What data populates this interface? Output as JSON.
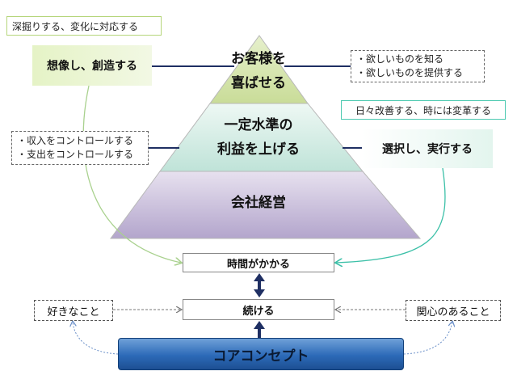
{
  "top_note": "深掘りする、変化に対応する",
  "left_action": "想像し、創造する",
  "right_top_bullets": [
    "・欲しいものを知る",
    "・欲しいものを提供する"
  ],
  "pyramid": {
    "tier1_line1": "お客様を",
    "tier1_line2": "喜ばせる",
    "tier2_line1": "一定水準の",
    "tier2_line2": "利益を上げる",
    "tier3": "会社経営"
  },
  "right_note": "日々改善する、時には変革する",
  "left_mid_bullets": [
    "・収入をコントロールする",
    "・支出をコントロールする"
  ],
  "right_action": "選択し、実行する",
  "takes_time": "時間がかかる",
  "continue": "続ける",
  "likes": "好きなこと",
  "interests": "関心のあること",
  "core_concept": "コアコンセプト",
  "colors": {
    "tier1": "#d7e6b2",
    "tier2": "#d4ece6",
    "tier3": "#c9bedc",
    "line": "#1f2f63",
    "green_curve": "#a9d18e",
    "teal_curve": "#3cc0a8",
    "core_blue": "#2c6ab8"
  }
}
